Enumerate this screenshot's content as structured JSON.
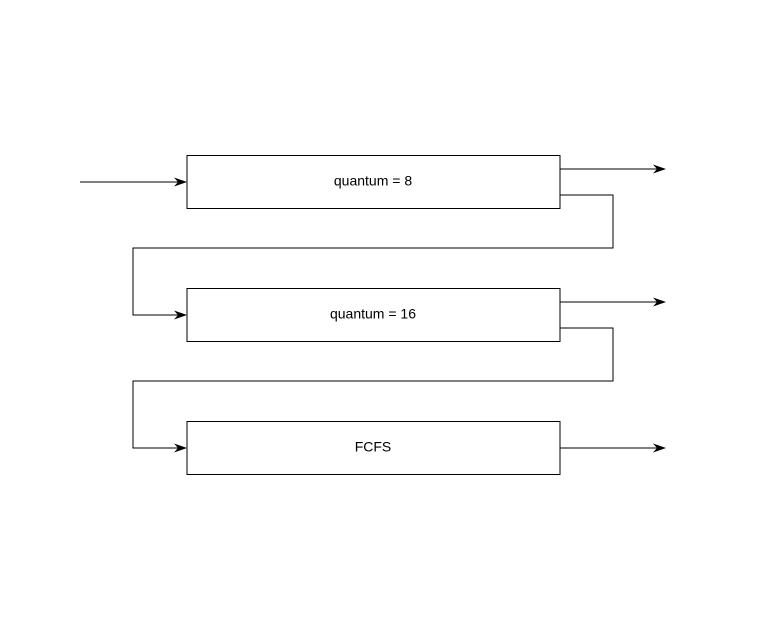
{
  "queues": [
    {
      "label": "quantum = 8"
    },
    {
      "label": "quantum = 16"
    },
    {
      "label": "FCFS"
    }
  ],
  "colors": {
    "stroke": "#000000",
    "background": "#ffffff"
  }
}
